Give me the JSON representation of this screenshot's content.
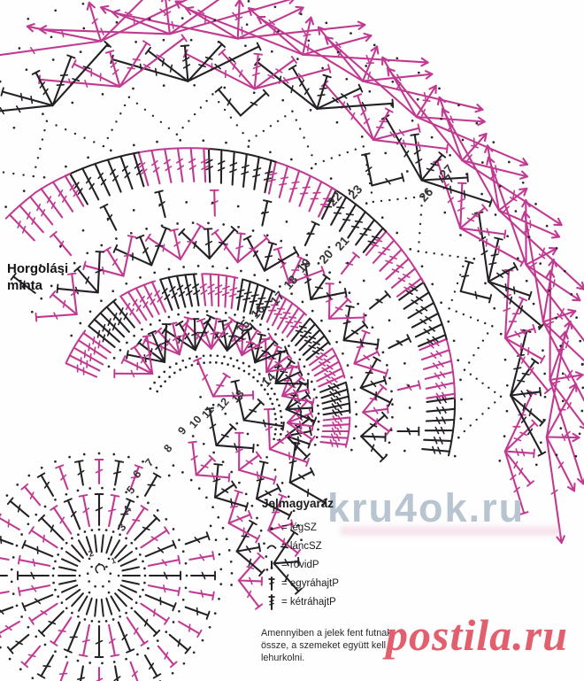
{
  "labels": {
    "pattern_title": "Horgolási minta"
  },
  "legend": {
    "title": "Jelmagyaráz",
    "items": [
      {
        "icon": "chain-dot",
        "text": "= légSZ"
      },
      {
        "icon": "chain-arc",
        "text": "= láncSZ"
      },
      {
        "icon": "short-bar",
        "text": "= rövidP"
      },
      {
        "icon": "single-dagger",
        "text": "= egyráhajtP"
      },
      {
        "icon": "double-dagger",
        "text": "= kétráhajtP"
      }
    ],
    "note": "Amennyiben a jelek fent futnak össze, a szemeket együtt kell lehurkolni."
  },
  "watermarks": {
    "kru4ok": "kru4ok.ru",
    "postila": "postila.ru"
  },
  "diagram": {
    "colors": {
      "ink": "#242025",
      "pink": "#c13a92",
      "dot": "#2a262a",
      "number": "#39343a",
      "watermark_blue": "#b3c0cd",
      "watermark_pink": "#e2606e"
    },
    "circle_row_numbers": [
      "1",
      "2"
    ],
    "row_numbers_inner": [
      "3",
      "4",
      "5",
      "6",
      "7",
      "8",
      "9",
      "10",
      "11",
      "12",
      "13"
    ],
    "row_numbers_outer": [
      "14",
      "15",
      "16",
      "17",
      "18",
      "19",
      "20",
      "21",
      "22",
      "23",
      "26",
      "27"
    ]
  }
}
